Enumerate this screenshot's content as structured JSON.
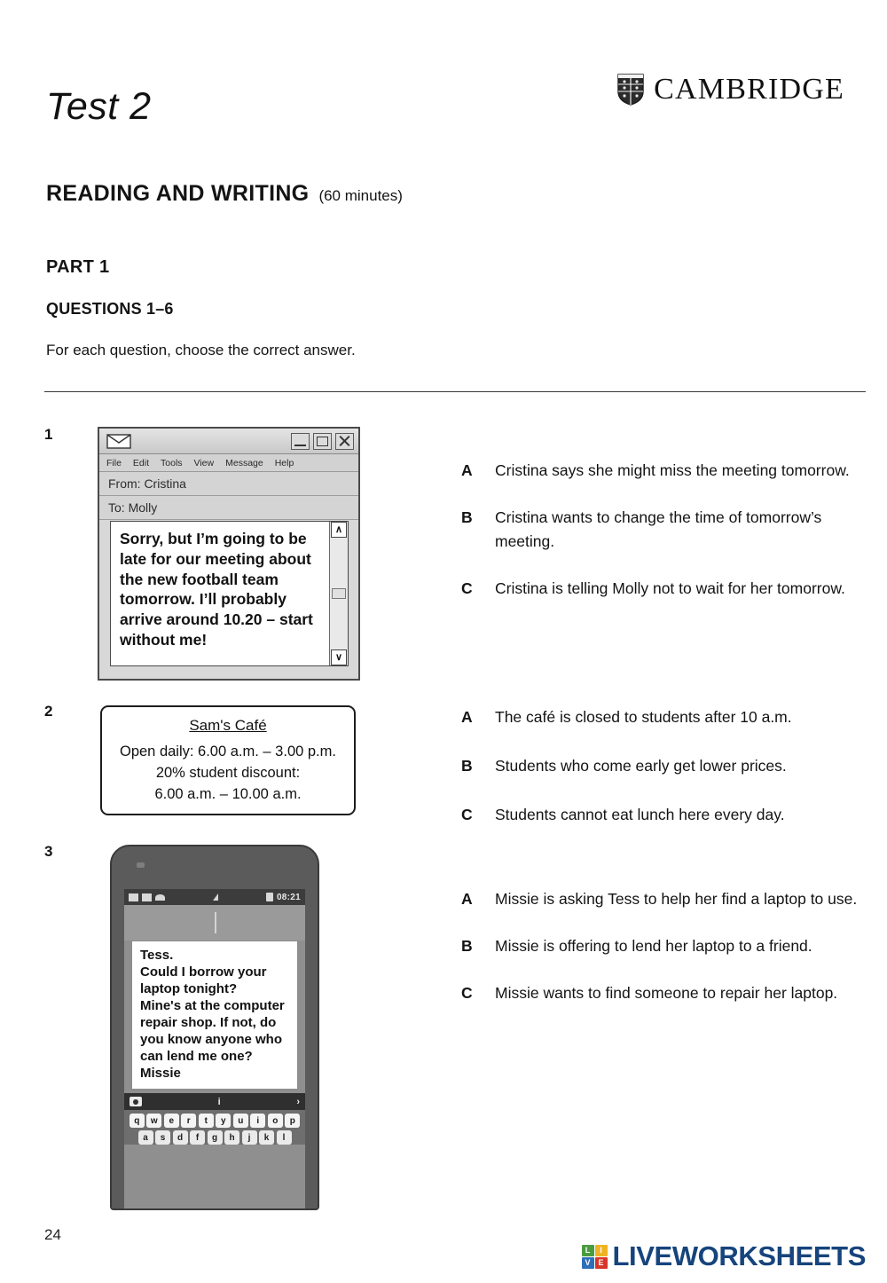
{
  "header": {
    "test_title": "Test 2",
    "brand": "CAMBRIDGE",
    "brand_icon": "cambridge-crest-icon"
  },
  "section": {
    "title": "READING AND WRITING",
    "duration": "(60 minutes)",
    "part": "PART 1",
    "questions_range": "QUESTIONS 1–6",
    "instruction": "For each question, choose the correct answer."
  },
  "questions": [
    {
      "number": "1",
      "stimulus_type": "email-window",
      "email": {
        "icon": "envelope-icon",
        "window_buttons": [
          "minimize",
          "maximize",
          "close"
        ],
        "menu": [
          "File",
          "Edit",
          "Tools",
          "View",
          "Message",
          "Help"
        ],
        "from_label": "From: Cristina",
        "to_label": "To: Molly",
        "body": "Sorry, but I’m going to be late for our meeting about the new football team tomorrow. I’ll probably arrive around 10.20 – start without me!",
        "scroll_up": "∧",
        "scroll_down": "∨"
      },
      "options": [
        {
          "letter": "A",
          "text": "Cristina says she might miss the meeting tomorrow."
        },
        {
          "letter": "B",
          "text": "Cristina wants to change the time of tomorrow’s meeting."
        },
        {
          "letter": "C",
          "text": "Cristina is telling Molly not to wait for her tomorrow."
        }
      ]
    },
    {
      "number": "2",
      "stimulus_type": "notice",
      "notice": {
        "title": "Sam's Café",
        "line1": "Open daily: 6.00 a.m. – 3.00 p.m.",
        "line2": "20% student discount:",
        "line3": "6.00 a.m. – 10.00 a.m."
      },
      "options": [
        {
          "letter": "A",
          "text": "The café is closed to students after 10 a.m."
        },
        {
          "letter": "B",
          "text": "Students who come early get lower prices."
        },
        {
          "letter": "C",
          "text": "Students cannot eat lunch here every day."
        }
      ]
    },
    {
      "number": "3",
      "stimulus_type": "phone-sms",
      "phone": {
        "status_time": "08:21",
        "status_icons": [
          "signal-icon",
          "envelope-icon",
          "wifi-icon",
          "data-icon",
          "lock-icon"
        ],
        "message": "Tess.\nCould I borrow your laptop tonight?\nMine's at the computer repair shop. If not, do you know anyone who can lend me one?\nMissie",
        "toolbar": {
          "camera_icon": "camera-icon",
          "info": "i",
          "send_icon": "›"
        },
        "keyboard_row1": [
          "q",
          "w",
          "e",
          "r",
          "t",
          "y",
          "u",
          "i",
          "o",
          "p"
        ],
        "keyboard_row2": [
          "a",
          "s",
          "d",
          "f",
          "g",
          "h",
          "j",
          "k",
          "l"
        ]
      },
      "options": [
        {
          "letter": "A",
          "text": "Missie is asking Tess to help her find a laptop to use."
        },
        {
          "letter": "B",
          "text": "Missie is offering to lend her laptop to a friend."
        },
        {
          "letter": "C",
          "text": "Missie wants to find someone to repair her laptop."
        }
      ]
    }
  ],
  "footer": {
    "page_number": "24",
    "watermark_word": "LIVEWORKSHEETS",
    "watermark_tiles": [
      {
        "letter": "L",
        "color": "#4a9c3f"
      },
      {
        "letter": "I",
        "color": "#f0b323"
      },
      {
        "letter": "V",
        "color": "#2e6fba"
      },
      {
        "letter": "E",
        "color": "#d8352a"
      }
    ],
    "watermark_color": "#16447c"
  }
}
